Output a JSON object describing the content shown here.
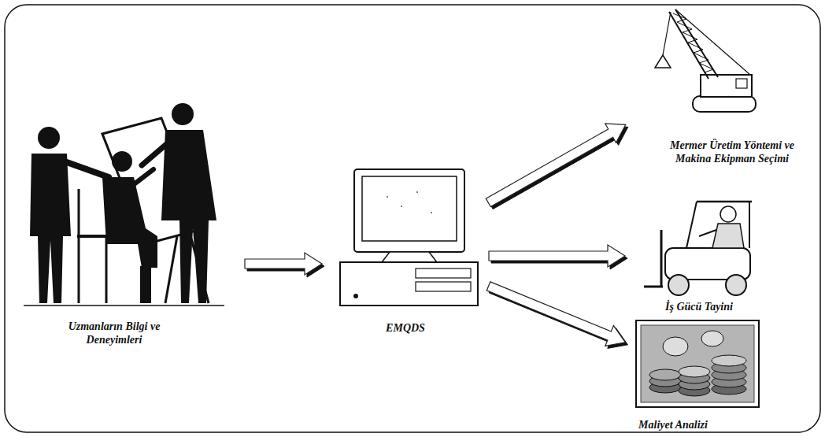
{
  "diagram": {
    "nodes": [
      {
        "text": [
          "Uzmanların Bilgi ve Deneyimleri"
        ]
      },
      {
        "text": [
          "EMQDS"
        ]
      },
      {
        "text": [
          "Mermer Üretim Yöntemi ve Makina Ekipman Seçimi"
        ]
      },
      {
        "text": [
          "İş Gücü Tayini"
        ]
      },
      {
        "text": [
          "Maliyet Analizi"
        ]
      }
    ],
    "edges": [
      {
        "from": 0,
        "to": 1,
        "arrow": "to"
      },
      {
        "from": 1,
        "to": 2,
        "arrow": "to"
      },
      {
        "from": 1,
        "to": 3,
        "arrow": "to"
      },
      {
        "from": 1,
        "to": 4,
        "arrow": "to"
      }
    ]
  }
}
